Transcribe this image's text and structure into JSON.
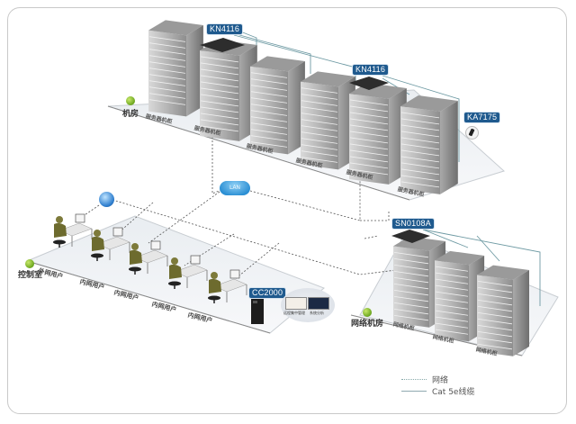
{
  "diagram": {
    "zones": {
      "machine_room": "机房",
      "control_room": "控制室",
      "network_room": "网络机房"
    },
    "devices": {
      "kvm_switch_1": "KN4116",
      "kvm_switch_2": "KN4116",
      "adapter": "KA7175",
      "serial_console": "SN0108A",
      "management_server": "CC2000",
      "lan_cloud": "LAN"
    },
    "server_racks": [
      {
        "label": "服务器机柜"
      },
      {
        "label": "服务器机柜"
      },
      {
        "label": "服务器机柜"
      },
      {
        "label": "服务器机柜"
      },
      {
        "label": "服务器机柜"
      },
      {
        "label": "服务器机柜"
      }
    ],
    "network_racks": [
      {
        "label": "网络机柜"
      },
      {
        "label": "网络机柜"
      },
      {
        "label": "网络机柜"
      }
    ],
    "users": [
      {
        "label": "外网用户"
      },
      {
        "label": "内网用户"
      },
      {
        "label": "内网用户"
      },
      {
        "label": "内网用户"
      },
      {
        "label": "内网用户"
      }
    ],
    "cc_screens": [
      {
        "label": "远程集中管理"
      },
      {
        "label": "系统分析"
      }
    ],
    "legend": [
      {
        "style": "dotted",
        "label": "网络"
      },
      {
        "style": "solid",
        "label": "Cat 5e线缆"
      }
    ],
    "colors": {
      "tag_bg": "#1f5a8e",
      "cable": "#6e9aa3",
      "network_line": "#555555",
      "zone_dot": "#6aa51e"
    }
  }
}
